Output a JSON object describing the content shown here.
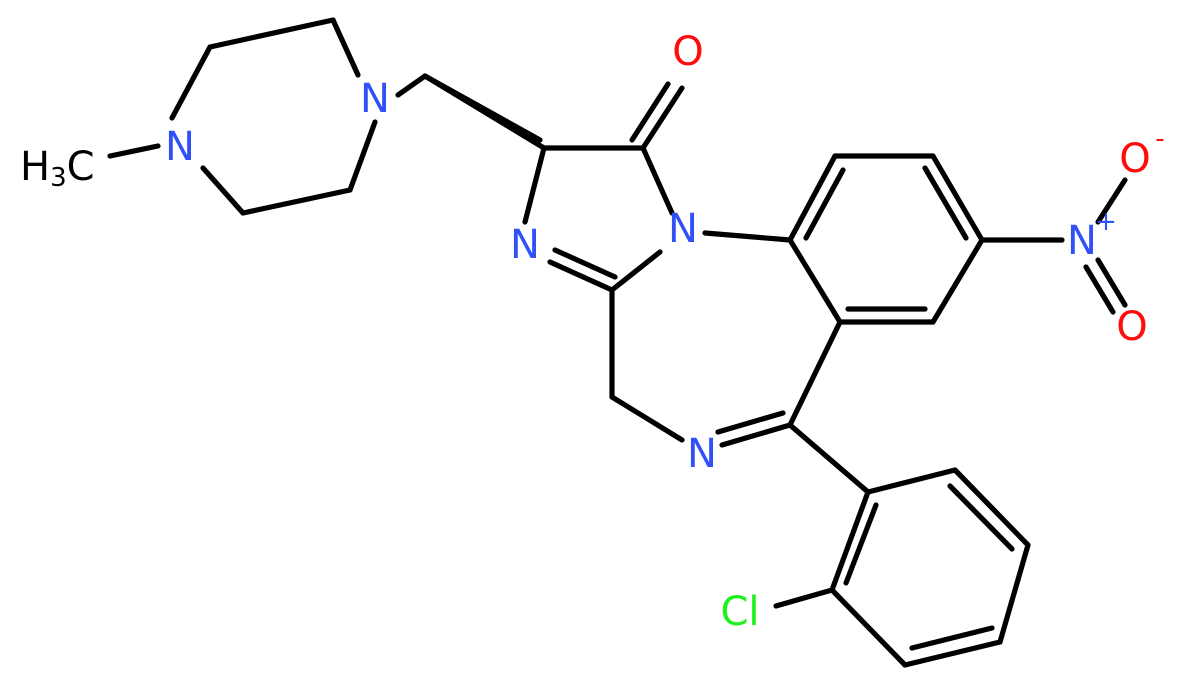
{
  "colors": {
    "bond": "#000000",
    "nitrogen": "#3050F8",
    "oxygen": "#FF0D0D",
    "chlorine": "#1FF01F",
    "carbon": "#000000"
  },
  "atoms": {
    "n_methyl": "N",
    "n_pip": "N",
    "h3c_h": "H",
    "h3c_sub": "3",
    "h3c_c": "C",
    "o_carbonyl": "O",
    "n_imidazole_fused": "N",
    "n_imidazole": "N",
    "n_nitro": "N",
    "n_nitro_charge": "+",
    "o_nitro_top": "O",
    "o_nitro_top_charge": "-",
    "o_nitro_bottom": "O",
    "n_diazepine": "N",
    "cl": "Cl"
  }
}
